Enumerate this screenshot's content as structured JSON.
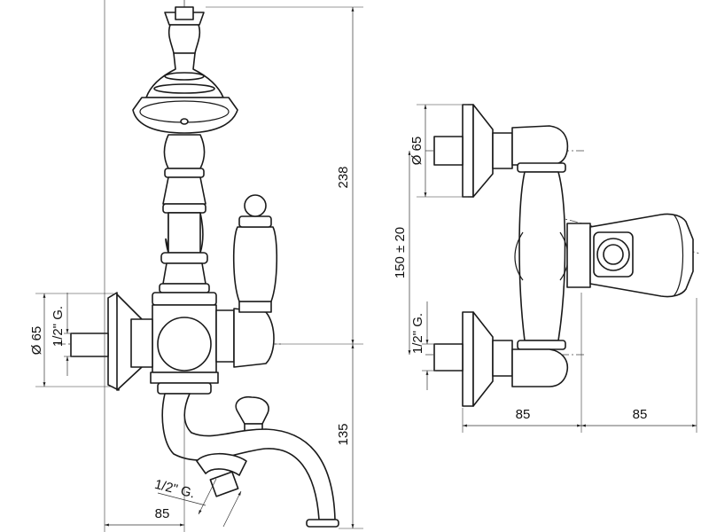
{
  "side_view": {
    "dim_height_total": "238",
    "dim_height_lower": "135",
    "dim_width": "85",
    "dim_diameter": "Ø 65",
    "dim_thread_inlet": "1/2\" G.",
    "dim_thread_outlet": "1/2\" G."
  },
  "front_view": {
    "dim_diameter": "Ø 65",
    "dim_center_distance": "150 ± 20",
    "dim_thread_inlet": "1/2\" G.",
    "dim_width_left": "85",
    "dim_width_right": "85"
  }
}
